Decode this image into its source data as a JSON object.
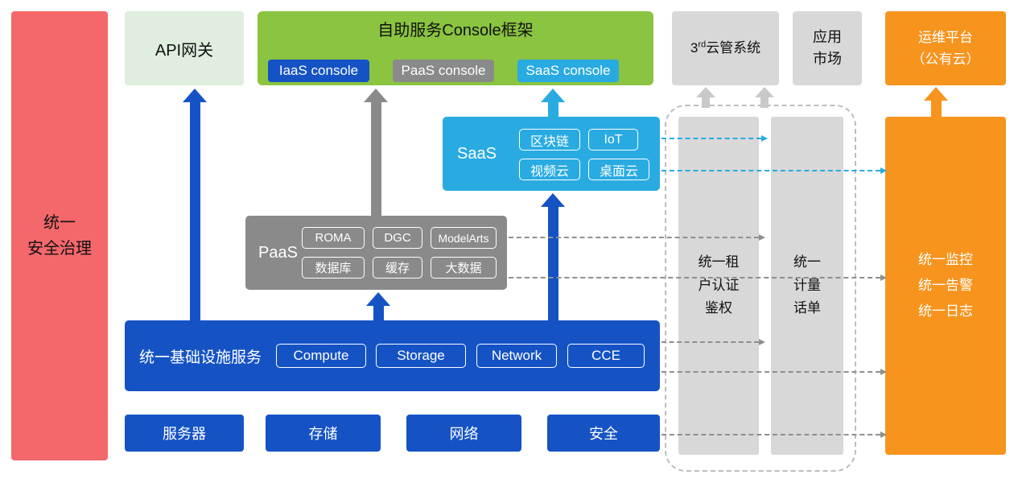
{
  "palette": {
    "red": "#F4676A",
    "pale_green": "#DFEEDE",
    "green": "#8AC440",
    "blue": "#1553C5",
    "gray": "#8A8A8A",
    "light_gray": "#D8D8D8",
    "cyan": "#29ABE2",
    "orange": "#F7941E"
  },
  "left_bar": {
    "label": "统一\n安全治理"
  },
  "top": {
    "api_gateway": "API网关",
    "console_frame": {
      "title": "自助服务Console框架",
      "consoles": [
        {
          "label": "IaaS console"
        },
        {
          "label": "PaaS console"
        },
        {
          "label": "SaaS console"
        }
      ]
    },
    "third_party": {
      "base": "3",
      "sup": "rd",
      "rest": "云管系统"
    },
    "app_market": "应用\n市场",
    "om_platform": "运维平台\n（公有云）"
  },
  "saas": {
    "label": "SaaS",
    "items": [
      "区块链",
      "IoT",
      "视频云",
      "桌面云"
    ]
  },
  "paas": {
    "label": "PaaS",
    "items": [
      "ROMA",
      "DGC",
      "ModelArts",
      "数据库",
      "缓存",
      "大数据"
    ]
  },
  "infra": {
    "label": "统一基础设施服务",
    "items": [
      "Compute",
      "Storage",
      "Network",
      "CCE"
    ]
  },
  "hardware": {
    "items": [
      "服务器",
      "存储",
      "网络",
      "安全"
    ]
  },
  "right": {
    "auth": "统一租\n户认证\n鉴权",
    "billing": "统一\n计量\n话单",
    "monitor": "统一监控\n统一告警\n统一日志"
  }
}
